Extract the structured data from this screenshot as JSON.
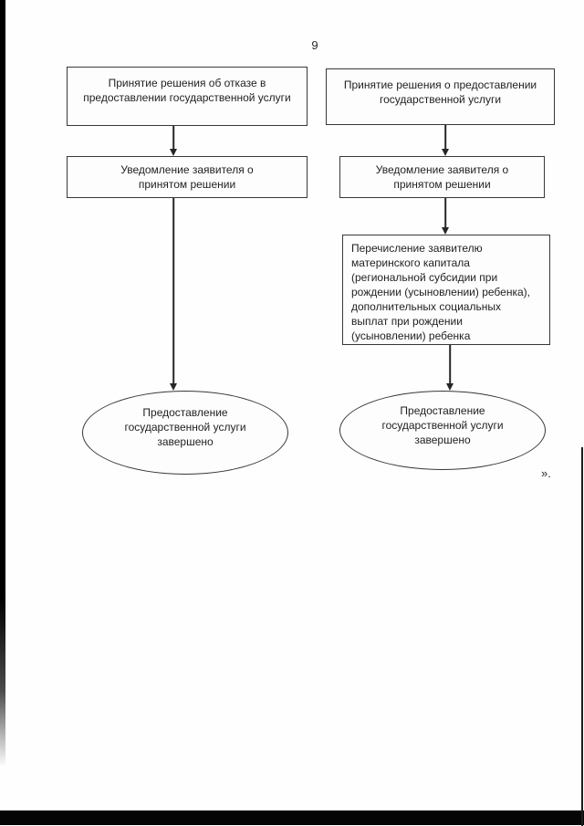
{
  "page": {
    "number": "9",
    "trailing_mark": "»."
  },
  "flowchart": {
    "left_branch": {
      "step1": "Принятие решения об отказе в\nпредоставлении государственной услуги",
      "step2": "Уведомление заявителя о\nпринятом решении",
      "terminal": "Предоставление\nгосударственной услуги\nзавершено"
    },
    "right_branch": {
      "step1": "Принятие решения о предоставлении\nгосударственной услуги",
      "step2": "Уведомление заявителя о\nпринятом решении",
      "step3": "Перечисление заявителю\nматеринского капитала\n(региональной субсидии при\nрождении (усыновлении) ребенка),\nдополнительных социальных\nвыплат при рождении\n(усыновлении) ребенка",
      "terminal": "Предоставление\nгосударственной услуги\nзавершено"
    }
  },
  "colors": {
    "ink": "#1f1f1f",
    "paper": "#fefefe",
    "scan_artifact": "#000000"
  }
}
